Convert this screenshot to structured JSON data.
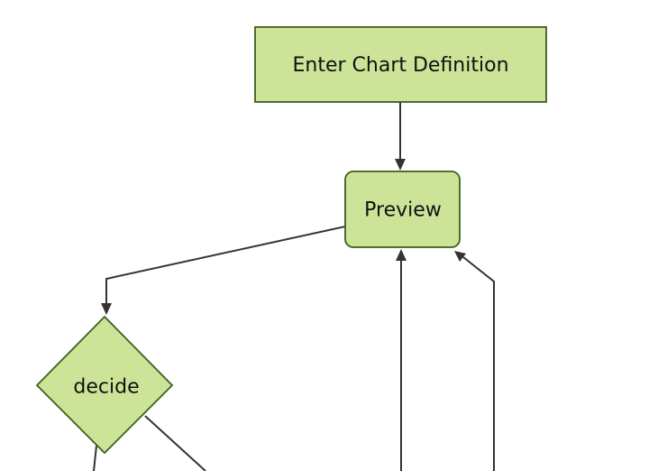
{
  "diagram": {
    "type": "flowchart",
    "direction": "top-down",
    "nodes": [
      {
        "id": "enter-chart-definition",
        "label": "Enter Chart Definition",
        "shape": "rectangle"
      },
      {
        "id": "preview",
        "label": "Preview",
        "shape": "rounded-rectangle"
      },
      {
        "id": "decide",
        "label": "decide",
        "shape": "diamond"
      }
    ],
    "edges": [
      {
        "from": "enter-chart-definition",
        "to": "preview",
        "arrowhead": "visible"
      },
      {
        "from": "preview",
        "to": "decide",
        "arrowhead": "visible"
      },
      {
        "from": "offscreen-bottom",
        "to": "preview",
        "arrowhead": "visible"
      },
      {
        "from": "offscreen-bottom",
        "to": "preview",
        "arrowhead": "visible"
      },
      {
        "from": "decide",
        "to": "offscreen-bottom-left",
        "arrowhead": "offscreen"
      },
      {
        "from": "decide",
        "to": "offscreen-bottom-right",
        "arrowhead": "offscreen"
      }
    ]
  },
  "colors": {
    "background": "#ffffff",
    "node_fill": "#cde498",
    "node_border": "#3b5f1d",
    "edge_line": "#333333",
    "label_text": "#111111"
  }
}
